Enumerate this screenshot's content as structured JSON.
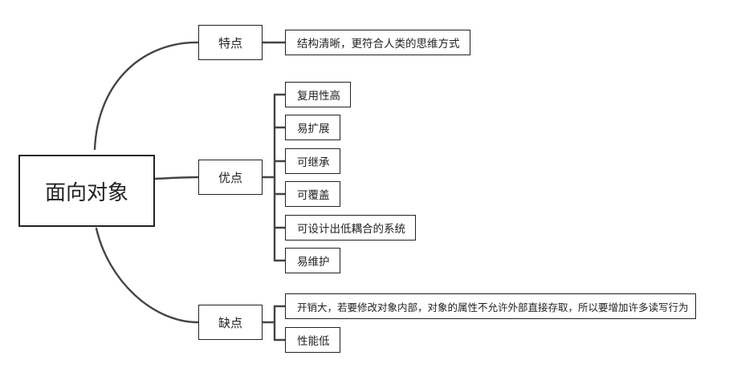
{
  "root": {
    "label": "面向对象"
  },
  "branches": [
    {
      "label": "特点",
      "leaves": [
        "结构清晰，更符合人类的思维方式"
      ]
    },
    {
      "label": "优点",
      "leaves": [
        "复用性高",
        "易扩展",
        "可继承",
        "可覆盖",
        "可设计出低耦合的系统",
        "易维护"
      ]
    },
    {
      "label": "缺点",
      "leaves": [
        "开销大，若要修改对象内部，对象的属性不允许外部直接存取，所以要增加许多读写行为",
        "性能低"
      ]
    }
  ]
}
